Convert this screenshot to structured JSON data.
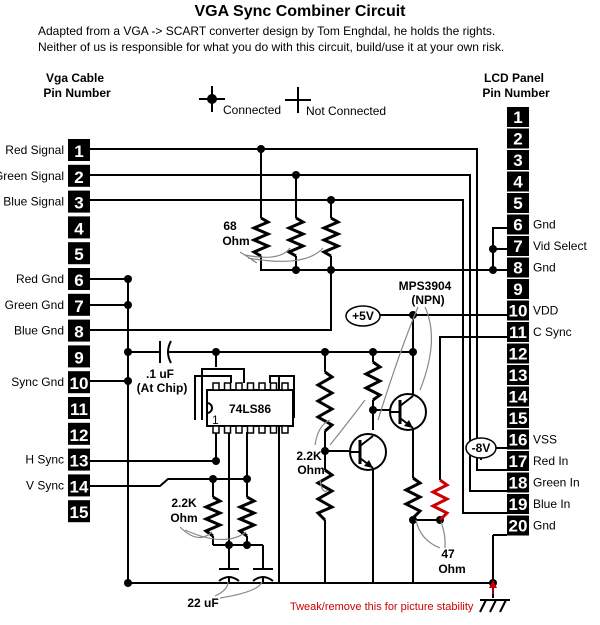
{
  "title": "VGA Sync Combiner Circuit",
  "credit_line1": "Adapted from a VGA -> SCART converter design by Tom Enghdal, he holds the rights.",
  "credit_line2": "Neither of us is responsible for what you do with this circuit, build/use it at your own risk.",
  "vga_header_line1": "Vga Cable",
  "vga_header_line2": "Pin Number",
  "lcd_header_line1": "LCD Panel",
  "lcd_header_line2": "Pin Number",
  "legend_connected": "Connected",
  "legend_not_connected": "Not Connected",
  "vga_pins": [
    {
      "num": "1",
      "label": "Red Signal"
    },
    {
      "num": "2",
      "label": "Green Signal"
    },
    {
      "num": "3",
      "label": "Blue Signal"
    },
    {
      "num": "4",
      "label": ""
    },
    {
      "num": "5",
      "label": ""
    },
    {
      "num": "6",
      "label": "Red Gnd"
    },
    {
      "num": "7",
      "label": "Green Gnd"
    },
    {
      "num": "8",
      "label": "Blue Gnd"
    },
    {
      "num": "9",
      "label": ""
    },
    {
      "num": "10",
      "label": "Sync Gnd"
    },
    {
      "num": "11",
      "label": ""
    },
    {
      "num": "12",
      "label": ""
    },
    {
      "num": "13",
      "label": "H Sync"
    },
    {
      "num": "14",
      "label": "V Sync"
    },
    {
      "num": "15",
      "label": ""
    }
  ],
  "lcd_pins": [
    {
      "num": "1",
      "label": ""
    },
    {
      "num": "2",
      "label": ""
    },
    {
      "num": "3",
      "label": ""
    },
    {
      "num": "4",
      "label": ""
    },
    {
      "num": "5",
      "label": ""
    },
    {
      "num": "6",
      "label": "Gnd"
    },
    {
      "num": "7",
      "label": "Vid Select"
    },
    {
      "num": "8",
      "label": "Gnd"
    },
    {
      "num": "9",
      "label": ""
    },
    {
      "num": "10",
      "label": "VDD"
    },
    {
      "num": "11",
      "label": "C Sync"
    },
    {
      "num": "12",
      "label": ""
    },
    {
      "num": "13",
      "label": ""
    },
    {
      "num": "14",
      "label": ""
    },
    {
      "num": "15",
      "label": ""
    },
    {
      "num": "16",
      "label": "VSS"
    },
    {
      "num": "17",
      "label": "Red In"
    },
    {
      "num": "18",
      "label": "Green In"
    },
    {
      "num": "19",
      "label": "Blue In"
    },
    {
      "num": "20",
      "label": "Gnd"
    }
  ],
  "components": {
    "r68_value": "68",
    "r68_unit": "Ohm",
    "cap_small_value": ".1 uF",
    "cap_small_note": "(At Chip)",
    "chip_label": "74LS86",
    "chip_pin1": "1",
    "transistor_model": "MPS3904",
    "transistor_type": "(NPN)",
    "vdd_label": "+5V",
    "vss_label": "-8V",
    "r22k_right_value": "2.2K",
    "r22k_right_unit": "Ohm",
    "r22k_left_value": "2.2K",
    "r22k_left_unit": "Ohm",
    "r47_value": "47",
    "r47_unit": "Ohm",
    "cap_big_value": "22 uF",
    "tweak_note": "Tweak/remove this for picture stability"
  },
  "colors": {
    "wire": "#000000",
    "pin_block": "#000000",
    "pin_text": "#ffffff",
    "tweak": "#cc0000",
    "arrow": "#888888"
  }
}
